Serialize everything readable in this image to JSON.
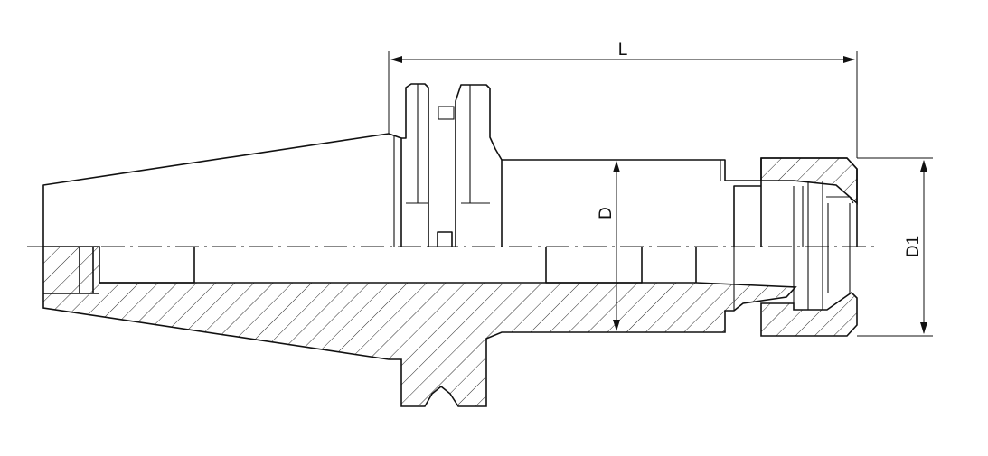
{
  "drawing": {
    "title": "",
    "dimensions": {
      "length_label": "L",
      "diameter_label": "D",
      "nut_diameter_label": "D1"
    },
    "colors": {
      "line": "#111111",
      "background": "#ffffff"
    }
  }
}
